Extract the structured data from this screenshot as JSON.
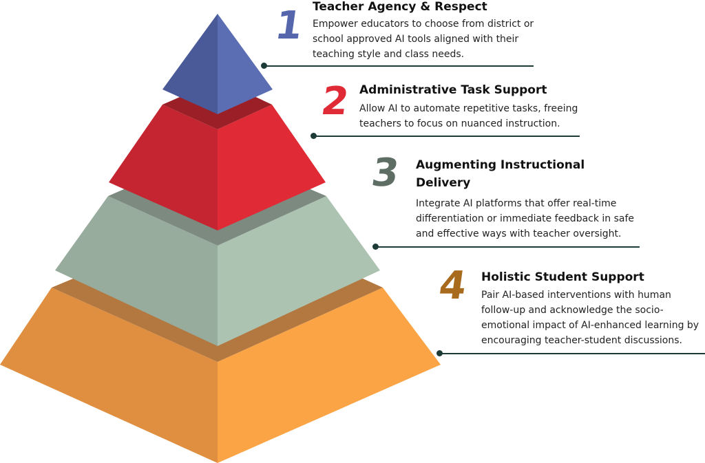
{
  "colors": {
    "tier1_light": "#5b6db3",
    "tier1_dark": "#4a5a99",
    "tier2_light": "#e02a35",
    "tier2_dark": "#c42530",
    "tier2_inner": "#9a1f27",
    "tier3_light": "#adc3b1",
    "tier3_dark": "#98ac9d",
    "tier3_inner": "#7c8a80",
    "tier4_light": "#fba446",
    "tier4_dark": "#e08e3f",
    "tier4_inner": "#b27840",
    "leader": "#1d3b36"
  },
  "tiers": [
    {
      "number": "1",
      "number_color": "#5566ad",
      "title": "Teacher Agency & Respect",
      "description": "Empower educators to choose from district or school approved AI tools aligned with their teaching style and class needs."
    },
    {
      "number": "2",
      "number_color": "#e02a35",
      "title": "Administrative Task Support",
      "description": "Allow AI to automate repetitive tasks, freeing teachers to focus on nuanced instruction."
    },
    {
      "number": "3",
      "number_color": "#5e6e64",
      "title": "Augmenting Instructional Delivery",
      "description": "Integrate AI platforms that offer real-time differentiation or immediate feedback in safe and effective ways with teacher oversight."
    },
    {
      "number": "4",
      "number_color": "#a86a1c",
      "title": "Holistic Student Support",
      "description": "Pair AI-based interventions with human follow-up and acknowledge the socio-emotional impact of AI-enhanced learning by encouraging teacher-student discussions."
    }
  ]
}
